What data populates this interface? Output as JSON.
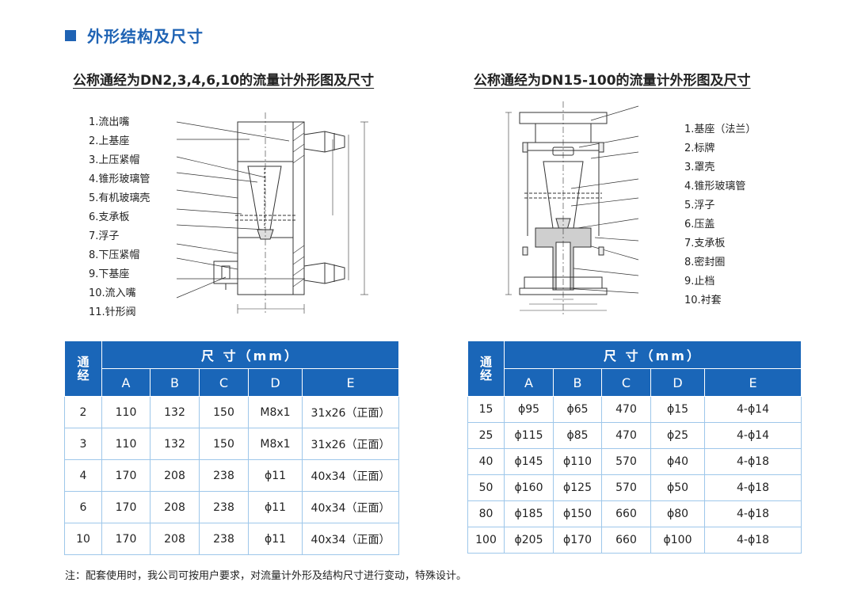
{
  "section_title": "外形结构及尺寸",
  "left": {
    "subtitle": "公称通经为DN2,3,4,6,10的流量计外形图及尺寸",
    "legend": [
      "1.流出嘴",
      "2.上基座",
      "3.上压紧帽",
      "4.锥形玻璃管",
      "5.有机玻璃壳",
      "6.支承板",
      "7.浮子",
      "8.下压紧帽",
      "9.下基座",
      "10.流入嘴",
      "11.针形阀"
    ],
    "table": {
      "corner": [
        "通",
        "经"
      ],
      "dim_header": "尺  寸（mm）",
      "columns": [
        "A",
        "B",
        "C",
        "D",
        "E"
      ],
      "rows": [
        [
          "2",
          "110",
          "132",
          "150",
          "M8x1",
          "31x26（正面）"
        ],
        [
          "3",
          "110",
          "132",
          "150",
          "M8x1",
          "31x26（正面）"
        ],
        [
          "4",
          "170",
          "208",
          "238",
          "ϕ11",
          "40x34（正面）"
        ],
        [
          "6",
          "170",
          "208",
          "238",
          "ϕ11",
          "40x34（正面）"
        ],
        [
          "10",
          "170",
          "208",
          "238",
          "ϕ11",
          "40x34（正面）"
        ]
      ]
    }
  },
  "right": {
    "subtitle": "公称通经为DN15-100的流量计外形图及尺寸",
    "legend": [
      "1.基座（法兰）",
      "2.标牌",
      "3.罩壳",
      "4.锥形玻璃管",
      "5.浮子",
      "6.压盖",
      "7.支承板",
      "8.密封圈",
      "9.止档",
      "10.衬套"
    ],
    "table": {
      "corner": [
        "通",
        "经"
      ],
      "dim_header": "尺  寸（mm）",
      "columns": [
        "A",
        "B",
        "C",
        "D",
        "E"
      ],
      "rows": [
        [
          "15",
          "ϕ95",
          "ϕ65",
          "470",
          "ϕ15",
          "4-ϕ14"
        ],
        [
          "25",
          "ϕ115",
          "ϕ85",
          "470",
          "ϕ25",
          "4-ϕ14"
        ],
        [
          "40",
          "ϕ145",
          "ϕ110",
          "570",
          "ϕ40",
          "4-ϕ18"
        ],
        [
          "50",
          "ϕ160",
          "ϕ125",
          "570",
          "ϕ50",
          "4-ϕ18"
        ],
        [
          "80",
          "ϕ185",
          "ϕ150",
          "660",
          "ϕ80",
          "4-ϕ18"
        ],
        [
          "100",
          "ϕ205",
          "ϕ170",
          "660",
          "ϕ100",
          "4-ϕ18"
        ]
      ]
    }
  },
  "note": "注：配套使用时，我公司可按用户要求，对流量计外形及结构尺寸进行变动，特殊设计。"
}
